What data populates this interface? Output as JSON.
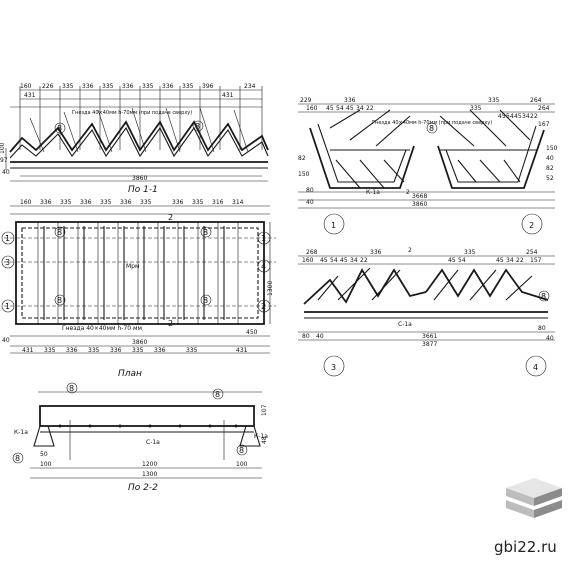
{
  "section_1_1": {
    "title": "По 1-1",
    "total": "3860",
    "note_top": "Гнезда 40×40мм h-70мм (при подаче сверху)",
    "top_dims": [
      "160",
      "431",
      "226",
      "335",
      "336",
      "335",
      "336",
      "335",
      "336",
      "335",
      "396",
      "431",
      "234"
    ],
    "side_dims": [
      "100",
      "97",
      "40"
    ],
    "callouts": [
      "8",
      "8"
    ]
  },
  "plan": {
    "title": "План",
    "total": "3860",
    "note": "Гнезда 40×40мм h-70 мм",
    "center_label": "Мрм",
    "top_dims": [
      "160",
      "336",
      "335",
      "336",
      "335",
      "336",
      "335",
      "336",
      "335",
      "316",
      "314"
    ],
    "bottom_dims": [
      "431",
      "335",
      "336",
      "335",
      "336",
      "335",
      "336",
      "335",
      "431"
    ],
    "section_marks": [
      "1",
      "3",
      "1",
      "1",
      "4",
      "2"
    ],
    "cut_marks": [
      "2",
      "2"
    ],
    "side_dims": [
      "1300",
      "450",
      "40"
    ],
    "callouts": [
      "8",
      "8",
      "8",
      "8"
    ]
  },
  "section_2_2": {
    "title": "По 2-2",
    "total": "1300",
    "dims": [
      "100",
      "1200",
      "100"
    ],
    "side_dims": [
      "107",
      "48",
      "50"
    ],
    "labels": [
      "К-1а",
      "К-1а",
      "С-1а"
    ],
    "callouts": [
      "8",
      "8",
      "8",
      "8"
    ]
  },
  "frame_1": {
    "mark": "1",
    "top_dims": [
      "229",
      "336",
      "335",
      "264"
    ],
    "small_dims": [
      "160",
      "45",
      "54",
      "45",
      "34",
      "22"
    ],
    "note": "Гнезда 40×40мм h-70мм (при подаче сверху)",
    "bottom_dims": [
      "3668",
      "3860"
    ],
    "labels": [
      "К-1а"
    ],
    "cut": "2",
    "side_dims": [
      "80",
      "82",
      "150",
      "40"
    ]
  },
  "frame_2": {
    "mark": "2",
    "top_dims": [
      "335",
      "264"
    ],
    "small_dims": [
      "45",
      "54",
      "45",
      "34",
      "22",
      "167"
    ],
    "callout": "8",
    "side_dims": [
      "150",
      "40",
      "82",
      "52"
    ]
  },
  "frame_3": {
    "mark": "3",
    "top_dims": [
      "268",
      "336"
    ],
    "small_dims": [
      "160",
      "45",
      "54",
      "45",
      "34",
      "22"
    ],
    "labels": [
      "С-1а"
    ],
    "cut": "2",
    "callout": "8",
    "side_dims": [
      "80",
      "40"
    ]
  },
  "frame_4": {
    "mark": "4",
    "top_dims": [
      "335",
      "254"
    ],
    "small_dims": [
      "45",
      "54",
      "45",
      "34",
      "22",
      "157"
    ],
    "bottom_dims": [
      "3661",
      "3877"
    ],
    "side_dims": [
      "80",
      "40"
    ]
  },
  "watermark": {
    "text": "gbi22.ru"
  },
  "colors": {
    "ink": "#1a1a1a",
    "logo_light": "#e6e6e6",
    "logo_mid": "#bdbdbd",
    "logo_dark": "#8c8c8c"
  }
}
